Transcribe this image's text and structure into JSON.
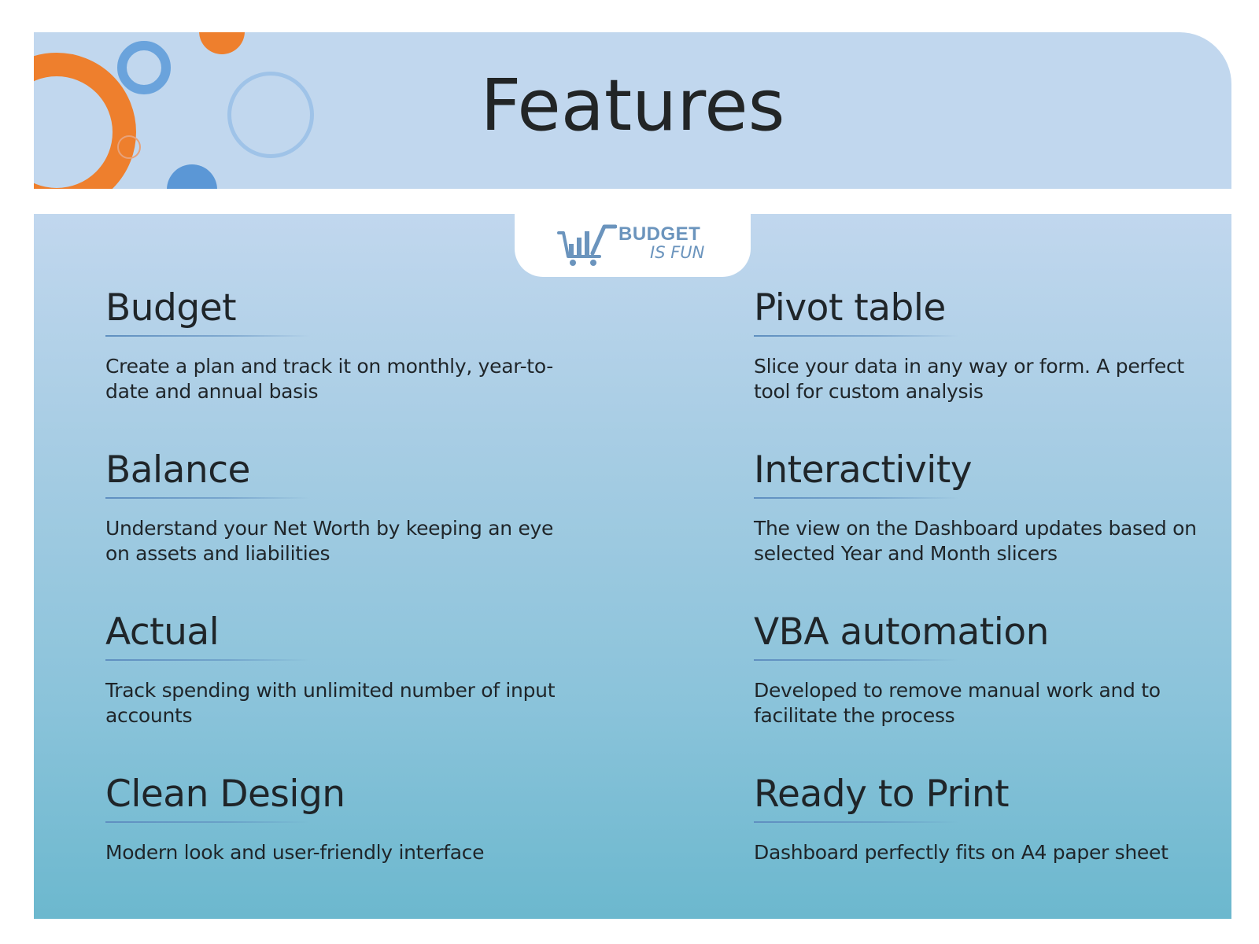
{
  "page": {
    "title": "Features"
  },
  "logo": {
    "word1": "BUDGET",
    "word2": "IS FUN",
    "icon": "shopping-cart-bar-chart-icon",
    "color": "#6b94bd"
  },
  "colors": {
    "header_bg": "#c1d7ee",
    "accent_orange": "#ee7f2d",
    "accent_blue": "#5b97d6",
    "text": "#1f2529"
  },
  "features": {
    "left": [
      {
        "title": "Budget",
        "description": "Create a plan and track it on monthly, year-to-date and annual basis"
      },
      {
        "title": "Balance",
        "description": "Understand your Net Worth by keeping an eye on assets and liabilities"
      },
      {
        "title": "Actual",
        "description": "Track spending with unlimited number of input accounts"
      },
      {
        "title": "Clean Design",
        "description": "Modern look and user-friendly interface"
      }
    ],
    "right": [
      {
        "title": "Pivot table",
        "description": "Slice your data in any way or form. A perfect tool for custom analysis"
      },
      {
        "title": "Interactivity",
        "description": "The view on the Dashboard updates based on selected Year and Month slicers"
      },
      {
        "title": "VBA automation",
        "description": "Developed to remove manual work and to facilitate the process"
      },
      {
        "title": "Ready to Print",
        "description": "Dashboard perfectly fits on A4 paper sheet"
      }
    ]
  }
}
